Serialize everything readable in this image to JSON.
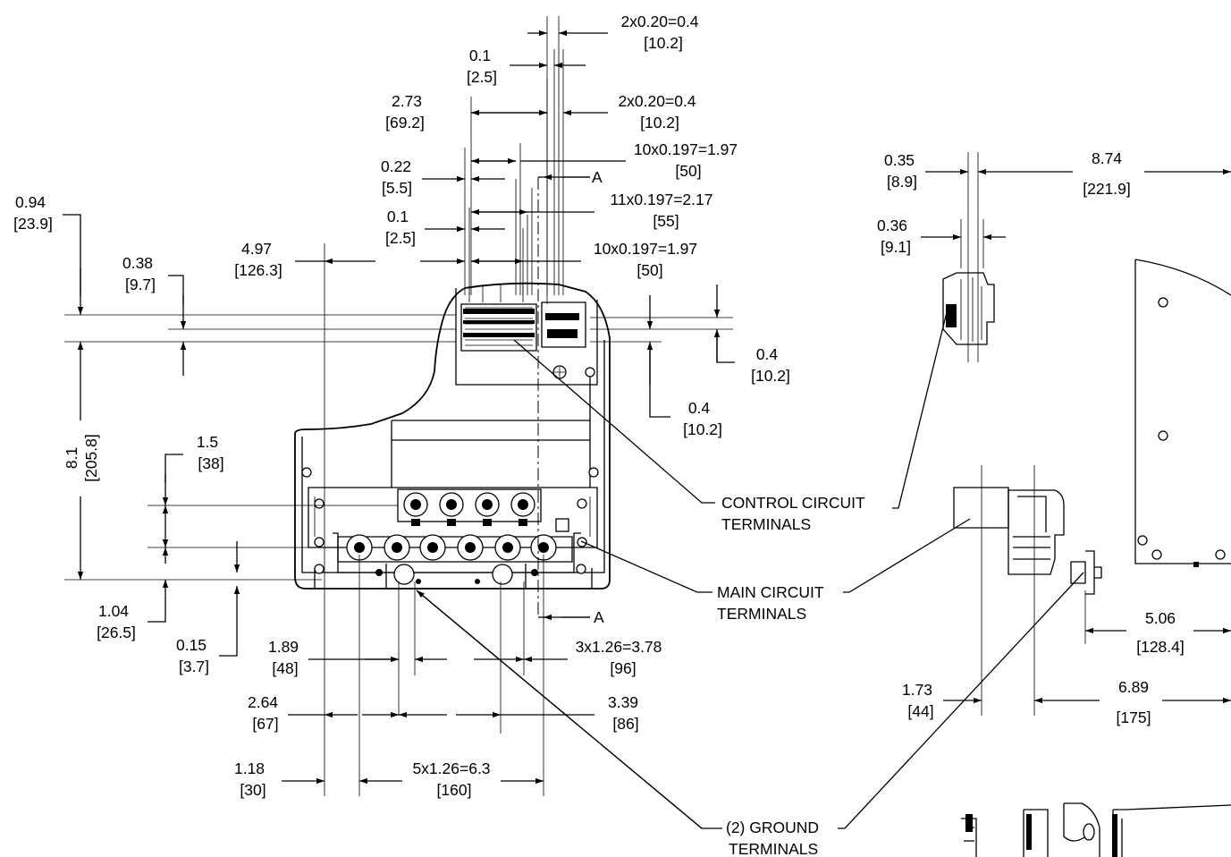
{
  "dims": {
    "top_2x020": [
      "2x0.20=0.4",
      "[10.2]"
    ],
    "d_01_a": [
      "0.1",
      "[2.5]"
    ],
    "d_273": [
      "2.73",
      "[69.2]"
    ],
    "mid_2x020": [
      "2x0.20=0.4",
      "[10.2]"
    ],
    "d_10x0197_a": [
      "10x0.197=1.97",
      "[50]"
    ],
    "d_022": [
      "0.22",
      "[5.5]"
    ],
    "d_11x0197": [
      "11x0.197=2.17",
      "[55]"
    ],
    "d_01_b": [
      "0.1",
      "[2.5]"
    ],
    "d_10x0197_b": [
      "10x0.197=1.97",
      "[50]"
    ],
    "d_497": [
      "4.97",
      "[126.3]"
    ],
    "d_094": [
      "0.94",
      "[23.9]"
    ],
    "d_038": [
      "0.38",
      "[9.7]"
    ],
    "d_04_a": [
      "0.4",
      "[10.2]"
    ],
    "d_04_b": [
      "0.4",
      "[10.2]"
    ],
    "d_81": [
      "8.1",
      "[205.8]"
    ],
    "d_15": [
      "1.5",
      "[38]"
    ],
    "d_104": [
      "1.04",
      "[26.5]"
    ],
    "d_015": [
      "0.15",
      "[3.7]"
    ],
    "d_189": [
      "1.89",
      "[48]"
    ],
    "d_3x126": [
      "3x1.26=3.78",
      "[96]"
    ],
    "d_264": [
      "2.64",
      "[67]"
    ],
    "d_339": [
      "3.39",
      "[86]"
    ],
    "d_118": [
      "1.18",
      "[30]"
    ],
    "d_5x126": [
      "5x1.26=6.3",
      "[160]"
    ],
    "d_035": [
      "0.35",
      "[8.9]"
    ],
    "d_874": [
      "8.74",
      "[221.9]"
    ],
    "d_036": [
      "0.36",
      "[9.1]"
    ],
    "d_506": [
      "5.06",
      "[128.4]"
    ],
    "d_173": [
      "1.73",
      "[44]"
    ],
    "d_689": [
      "6.89",
      "[175]"
    ]
  },
  "callouts": {
    "control": [
      "CONTROL CIRCUIT",
      "TERMINALS"
    ],
    "main": [
      "MAIN CIRCUIT",
      "TERMINALS"
    ],
    "ground": [
      "(2) GROUND",
      "TERMINALS"
    ]
  },
  "section_marks": {
    "top": "A",
    "bottom": "A"
  }
}
